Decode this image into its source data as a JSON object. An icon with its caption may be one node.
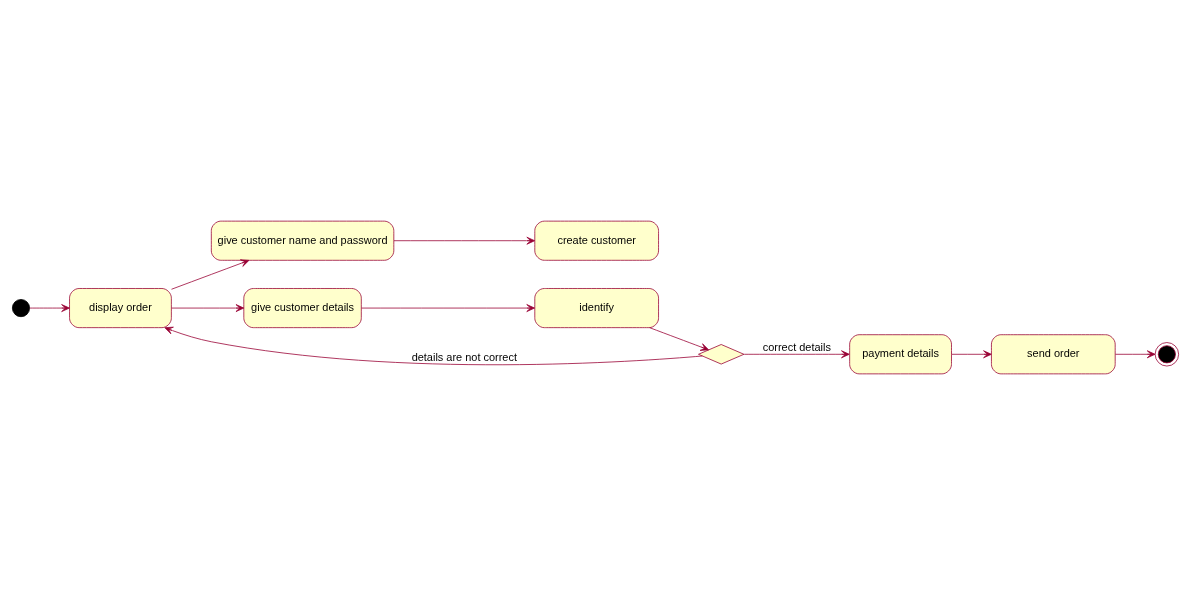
{
  "diagram": {
    "nodes": [
      {
        "text": [],
        "shape": "circle"
      },
      {
        "text": [
          "give customer name and password"
        ]
      },
      {
        "text": [
          "create customer"
        ]
      },
      {
        "text": [
          "display order"
        ]
      },
      {
        "text": [
          "give customer details"
        ]
      },
      {
        "text": [
          "identify"
        ]
      },
      {
        "text": [],
        "shape": "diamond"
      },
      {
        "text": [
          "payment details"
        ]
      },
      {
        "text": [
          "send order"
        ]
      },
      {
        "text": [],
        "shape": "circle"
      }
    ],
    "edges": [
      {
        "from": 0,
        "to": 3,
        "arrow": "to"
      },
      {
        "from": 3,
        "to": 1,
        "arrow": "to"
      },
      {
        "from": 1,
        "to": 2,
        "arrow": "to"
      },
      {
        "from": 3,
        "to": 4,
        "arrow": "to"
      },
      {
        "from": 4,
        "to": 5,
        "arrow": "to"
      },
      {
        "from": 5,
        "to": 6,
        "arrow": "to"
      },
      {
        "from": 6,
        "to": 3,
        "arrow": "to",
        "label": "details are not correct"
      },
      {
        "from": 6,
        "to": 7,
        "arrow": "to",
        "label": "correct details"
      },
      {
        "from": 7,
        "to": 8,
        "arrow": "to"
      },
      {
        "from": 8,
        "to": 9,
        "arrow": "to"
      }
    ]
  }
}
